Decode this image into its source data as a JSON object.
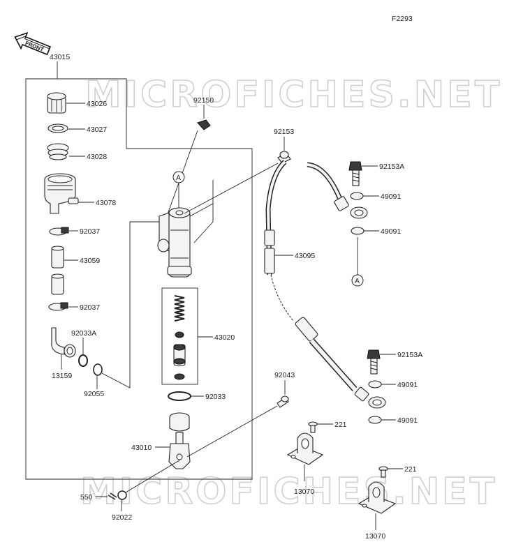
{
  "diagram_code": "F2293",
  "front_label": "FRONT",
  "watermark_text": "MICROFICHES.NET",
  "parts": {
    "p43015": "43015",
    "p43026": "43026",
    "p43027": "43027",
    "p43028": "43028",
    "p43078": "43078",
    "p92037a": "92037",
    "p43059": "43059",
    "p92037b": "92037",
    "p92033A": "92033A",
    "p13159": "13159",
    "p92055": "92055",
    "p92150": "92150",
    "p43020": "43020",
    "p92033": "92033",
    "p43010": "43010",
    "p550": "550",
    "p92022": "92022",
    "p92043": "92043",
    "p92153": "92153",
    "p92153A_top": "92153A",
    "p49091_1": "49091",
    "p49091_2": "49091",
    "p43095": "43095",
    "p92153A_bot": "92153A",
    "p49091_3": "49091",
    "p49091_4": "49091",
    "p221_1": "221",
    "p13070_1": "13070",
    "p221_2": "221",
    "p13070_2": "13070"
  },
  "callout_a": "A"
}
